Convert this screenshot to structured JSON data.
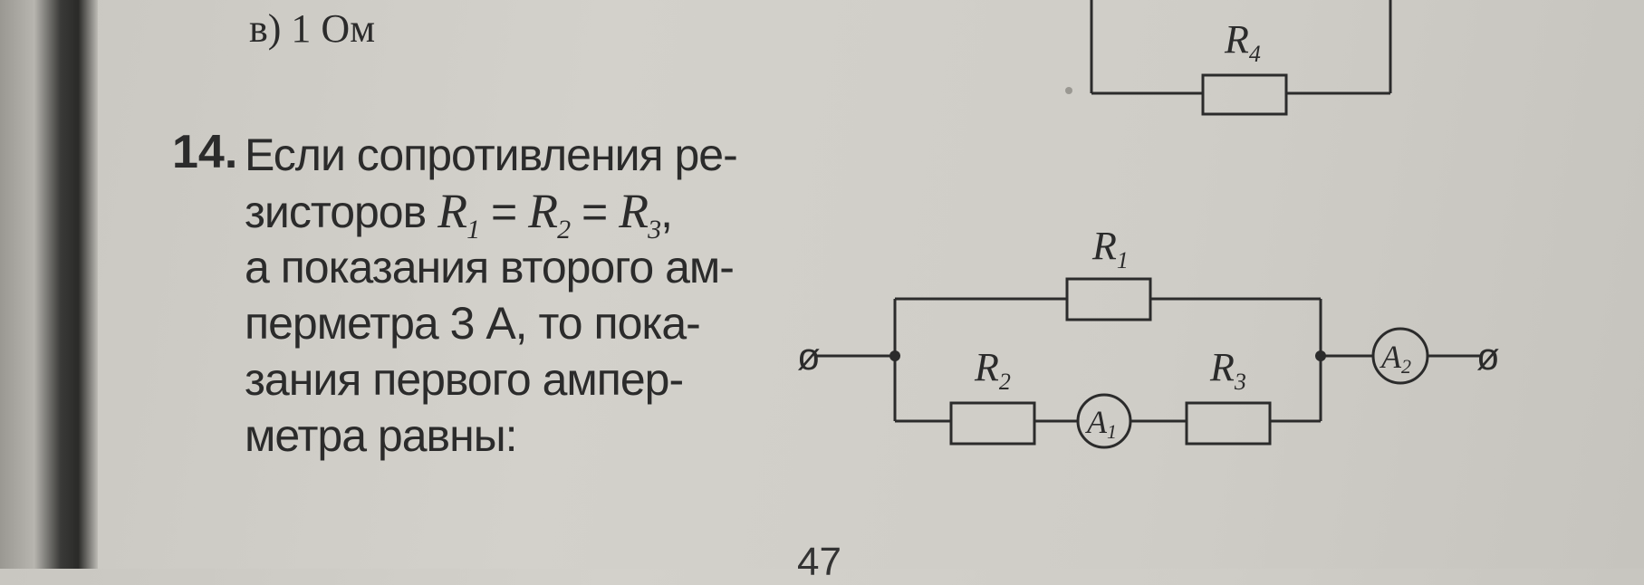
{
  "previous_answer": "в) 1 Ом",
  "question": {
    "number": "14.",
    "lines": [
      "Если сопротивления ре-",
      "перметра 3 А, то пока-",
      "зания первого ампер-",
      "метра равны:"
    ],
    "line2_prefix": "зисторов",
    "line2_eq": "=",
    "line2_suffix": ",",
    "line3": "а показания второго ам-",
    "r_symbol": "R",
    "r_subs": [
      "1",
      "2",
      "3"
    ]
  },
  "diagram_top": {
    "resistor": {
      "symbol": "R",
      "sub": "4"
    }
  },
  "diagram_main": {
    "resistors": [
      {
        "symbol": "R",
        "sub": "1"
      },
      {
        "symbol": "R",
        "sub": "2"
      },
      {
        "symbol": "R",
        "sub": "3"
      }
    ],
    "ammeters": [
      {
        "symbol": "A",
        "sub": "1"
      },
      {
        "symbol": "A",
        "sub": "2"
      }
    ],
    "terminal_symbol": "ø"
  },
  "page_number": "47"
}
